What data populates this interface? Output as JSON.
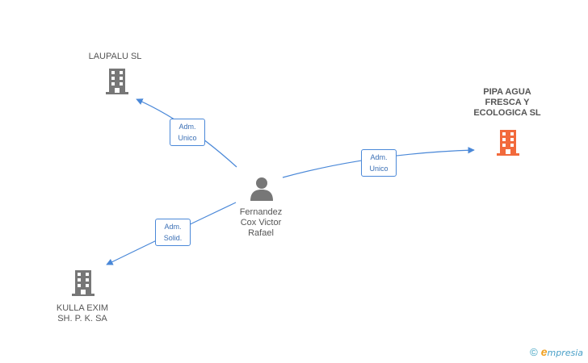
{
  "nodes": {
    "laupalu": {
      "label": "LAUPALU SL",
      "icon": "building-icon",
      "color": "#777777"
    },
    "pipa": {
      "label": "PIPA AGUA\nFRESCA Y\nECOLOGICA SL",
      "icon": "building-icon",
      "color": "#f26a3c"
    },
    "kulla": {
      "label": "KULLA EXIM\nSH. P. K. SA",
      "icon": "building-icon",
      "color": "#777777"
    },
    "person": {
      "label": "Fernandez\nCox Victor\nRafael",
      "icon": "person-icon",
      "color": "#777777"
    }
  },
  "edges": {
    "to_laupalu": {
      "label": "Adm.\nUnico"
    },
    "to_pipa": {
      "label": "Adm.\nUnico"
    },
    "to_kulla": {
      "label": "Adm.\nSolid."
    }
  },
  "colors": {
    "edge": "#4a88d8"
  },
  "footer": {
    "copyright": "©",
    "brand_initial": "e",
    "brand_rest": "mpresia"
  }
}
